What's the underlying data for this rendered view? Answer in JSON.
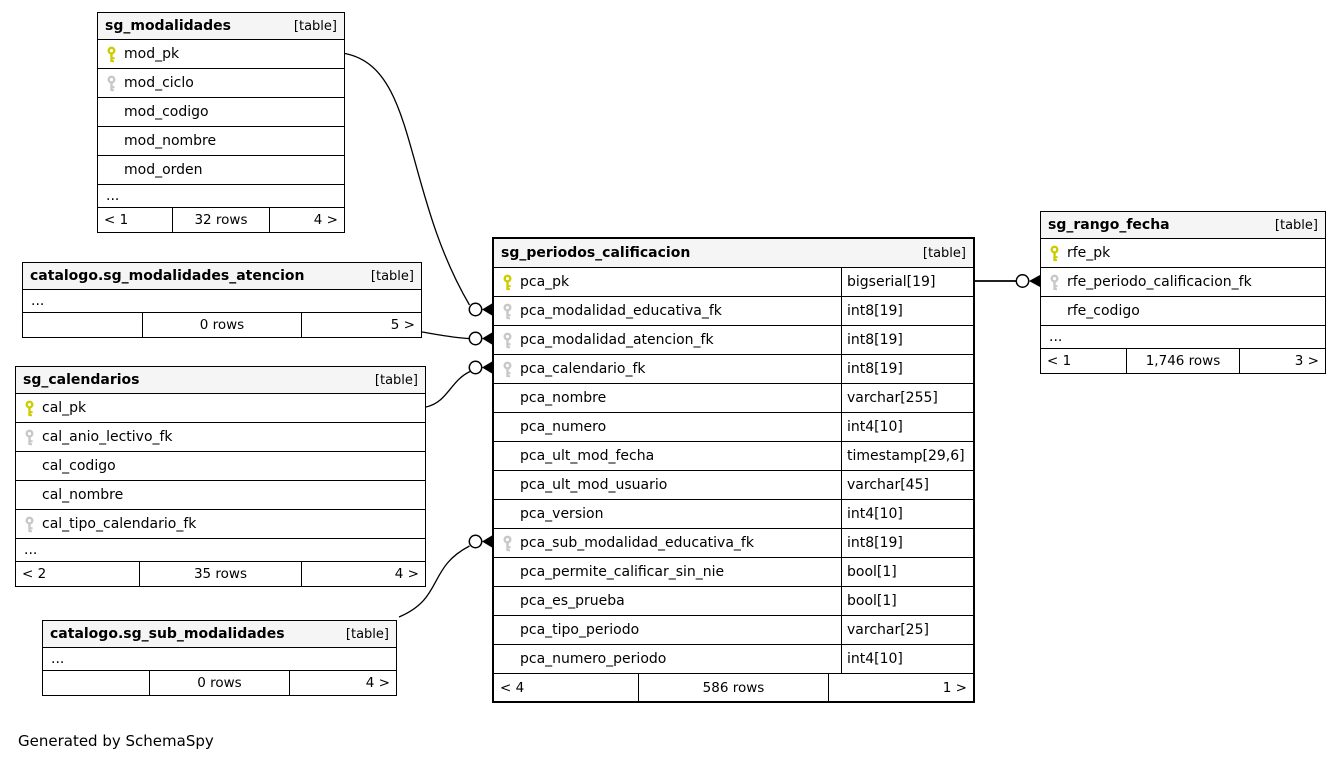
{
  "diagram": {
    "generated_note": "Generated by SchemaSpy",
    "colors": {
      "primary_key": "#cccc00",
      "foreign_key": "#c8c8c8",
      "header_bg": "#f5f5f5"
    },
    "tables": {
      "sg_modalidades": {
        "title": "sg_modalidades",
        "badge": "[table]",
        "columns": [
          {
            "name": "mod_pk",
            "key": "primary"
          },
          {
            "name": "mod_ciclo",
            "key": "foreign"
          },
          {
            "name": "mod_codigo"
          },
          {
            "name": "mod_nombre"
          },
          {
            "name": "mod_orden"
          }
        ],
        "ellipsis": "...",
        "footer": {
          "prev": "< 1",
          "rows": "32 rows",
          "next": "4 >"
        }
      },
      "sg_modalidades_atencion": {
        "title": "catalogo.sg_modalidades_atencion",
        "badge": "[table]",
        "columns": [],
        "ellipsis": "...",
        "footer": {
          "prev": "",
          "rows": "0 rows",
          "next": "5 >"
        }
      },
      "sg_calendarios": {
        "title": "sg_calendarios",
        "badge": "[table]",
        "columns": [
          {
            "name": "cal_pk",
            "key": "primary"
          },
          {
            "name": "cal_anio_lectivo_fk",
            "key": "foreign"
          },
          {
            "name": "cal_codigo"
          },
          {
            "name": "cal_nombre"
          },
          {
            "name": "cal_tipo_calendario_fk",
            "key": "foreign"
          }
        ],
        "ellipsis": "...",
        "footer": {
          "prev": "< 2",
          "rows": "35 rows",
          "next": "4 >"
        }
      },
      "sg_sub_modalidades": {
        "title": "catalogo.sg_sub_modalidades",
        "badge": "[table]",
        "columns": [],
        "ellipsis": "...",
        "footer": {
          "prev": "",
          "rows": "0 rows",
          "next": "4 >"
        }
      },
      "sg_periodos_calificacion": {
        "title": "sg_periodos_calificacion",
        "badge": "[table]",
        "columns": [
          {
            "name": "pca_pk",
            "type": "bigserial[19]",
            "key": "primary"
          },
          {
            "name": "pca_modalidad_educativa_fk",
            "type": "int8[19]",
            "key": "foreign"
          },
          {
            "name": "pca_modalidad_atencion_fk",
            "type": "int8[19]",
            "key": "foreign"
          },
          {
            "name": "pca_calendario_fk",
            "type": "int8[19]",
            "key": "foreign"
          },
          {
            "name": "pca_nombre",
            "type": "varchar[255]"
          },
          {
            "name": "pca_numero",
            "type": "int4[10]"
          },
          {
            "name": "pca_ult_mod_fecha",
            "type": "timestamp[29,6]"
          },
          {
            "name": "pca_ult_mod_usuario",
            "type": "varchar[45]"
          },
          {
            "name": "pca_version",
            "type": "int4[10]"
          },
          {
            "name": "pca_sub_modalidad_educativa_fk",
            "type": "int8[19]",
            "key": "foreign"
          },
          {
            "name": "pca_permite_calificar_sin_nie",
            "type": "bool[1]"
          },
          {
            "name": "pca_es_prueba",
            "type": "bool[1]"
          },
          {
            "name": "pca_tipo_periodo",
            "type": "varchar[25]"
          },
          {
            "name": "pca_numero_periodo",
            "type": "int4[10]"
          }
        ],
        "footer": {
          "prev": "< 4",
          "rows": "586 rows",
          "next": "1 >"
        }
      },
      "sg_rango_fecha": {
        "title": "sg_rango_fecha",
        "badge": "[table]",
        "columns": [
          {
            "name": "rfe_pk",
            "key": "primary"
          },
          {
            "name": "rfe_periodo_calificacion_fk",
            "key": "foreign"
          },
          {
            "name": "rfe_codigo"
          }
        ],
        "ellipsis": "...",
        "footer": {
          "prev": "< 1",
          "rows": "1,746 rows",
          "next": "3 >"
        }
      }
    },
    "relationships": [
      {
        "from": "sg_modalidades.mod_pk",
        "to": "sg_periodos_calificacion.pca_modalidad_educativa_fk"
      },
      {
        "from": "catalogo.sg_modalidades_atencion",
        "to": "sg_periodos_calificacion.pca_modalidad_atencion_fk"
      },
      {
        "from": "sg_calendarios.cal_pk",
        "to": "sg_periodos_calificacion.pca_calendario_fk"
      },
      {
        "from": "catalogo.sg_sub_modalidades",
        "to": "sg_periodos_calificacion.pca_sub_modalidad_educativa_fk"
      },
      {
        "from": "sg_periodos_calificacion.pca_pk",
        "to": "sg_rango_fecha.rfe_periodo_calificacion_fk"
      }
    ]
  }
}
